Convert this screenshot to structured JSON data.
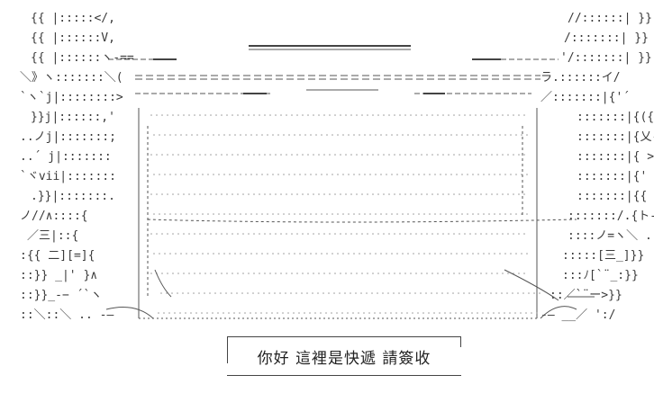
{
  "artwork": {
    "kind": "ascii-art",
    "subject": "package-box"
  },
  "caption": {
    "text": "你好 這裡是快遞 請簽收"
  },
  "colors": {
    "ink": "#222222",
    "background": "#ffffff"
  }
}
